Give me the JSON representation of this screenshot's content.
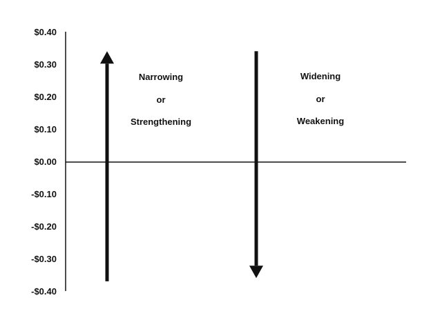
{
  "chart_data": {
    "type": "diagram",
    "title": "",
    "xlabel": "",
    "ylabel": "",
    "ylim": [
      -0.4,
      0.4
    ],
    "y_ticks": [
      "$0.40",
      "$0.30",
      "$0.20",
      "$0.10",
      "$0.00",
      "-$0.10",
      "-$0.20",
      "-$0.30",
      "-$0.40"
    ],
    "grid": false,
    "arrows": [
      {
        "direction": "up",
        "from": -0.37,
        "to": 0.34,
        "label_lines": [
          "Narrowing",
          "or",
          "Strengthening"
        ]
      },
      {
        "direction": "down",
        "from": 0.34,
        "to": -0.36,
        "label_lines": [
          "Widening",
          "or",
          "Weakening"
        ]
      }
    ],
    "colors": {
      "ink": "#111111",
      "background": "#ffffff"
    }
  }
}
